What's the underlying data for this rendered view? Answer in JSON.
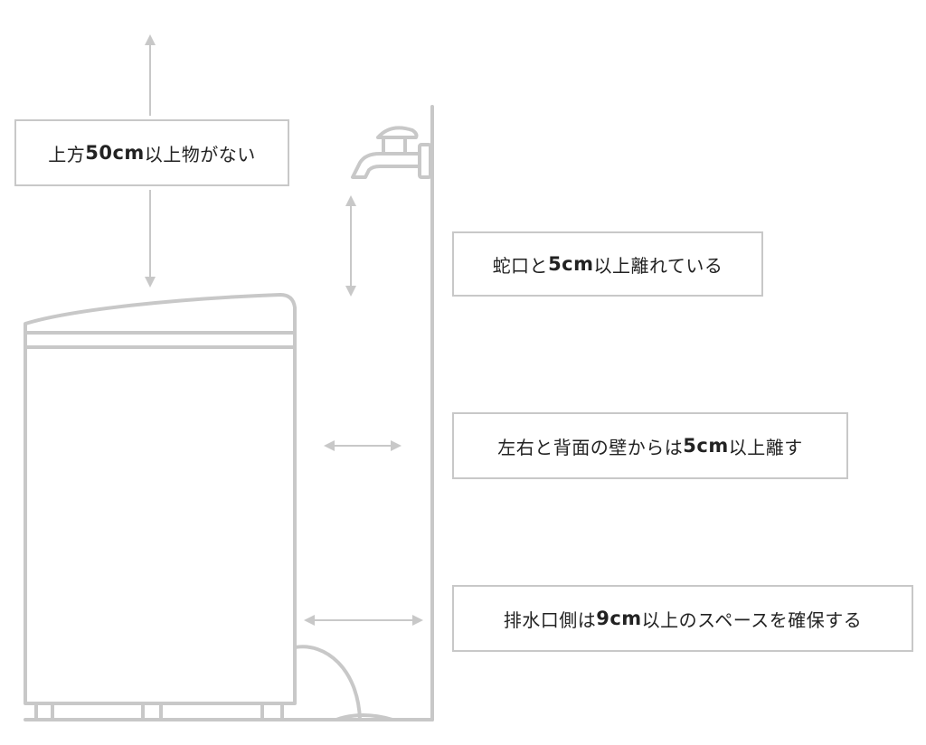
{
  "colors": {
    "line": "#c8c8c8",
    "text": "#222222",
    "background": "#ffffff"
  },
  "labels": {
    "top": {
      "pre": "上方",
      "em": "50cm",
      "post": "以上物がない"
    },
    "faucet": {
      "pre": "蛇口と",
      "em": "5cm",
      "post": "以上離れている"
    },
    "wall": {
      "pre": "左右と背面の壁からは",
      "em": "5cm",
      "post": "以上離す"
    },
    "drain": {
      "pre": "排水口側は",
      "em": "9cm",
      "post": "以上のスペースを確保する"
    }
  },
  "icons": [
    "washing-machine-icon",
    "faucet-icon",
    "wall",
    "drain-hose-icon",
    "double-arrow-icon"
  ]
}
